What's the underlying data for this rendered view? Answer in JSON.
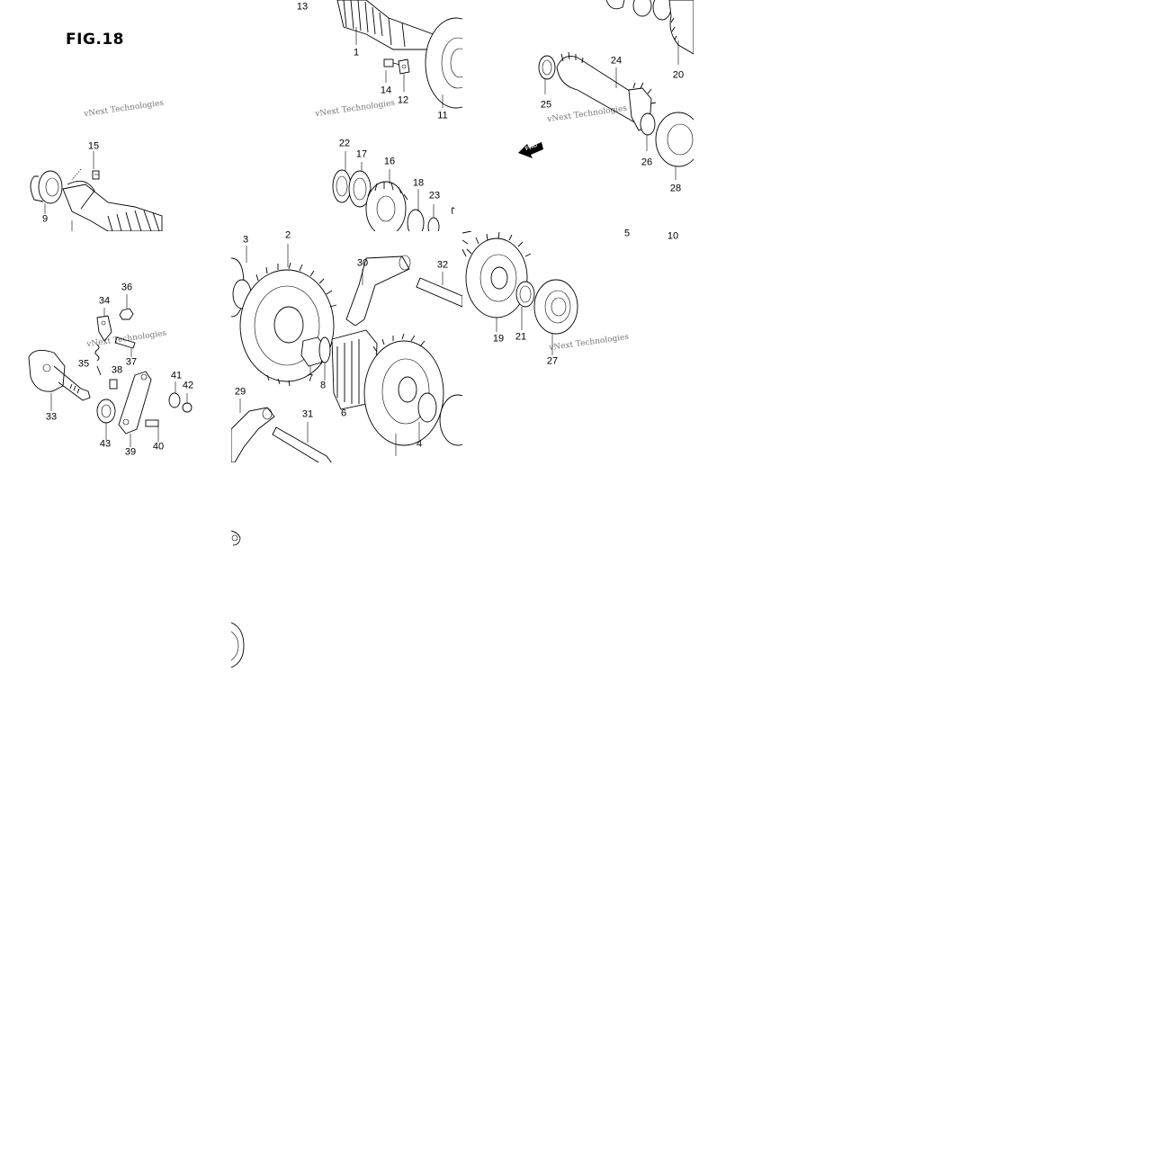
{
  "figure": {
    "title": "FIG.18",
    "watermark_text": "vNext Technologies",
    "fwd_label": "FWD"
  },
  "callouts": [
    "13",
    "1",
    "14",
    "12",
    "11",
    "24",
    "20",
    "25",
    "26",
    "28",
    "15",
    "9",
    "22",
    "17",
    "16",
    "18",
    "23",
    "5",
    "10",
    "3",
    "2",
    "30",
    "32",
    "19",
    "21",
    "27",
    "34",
    "36",
    "37",
    "35",
    "38",
    "41",
    "42",
    "33",
    "43",
    "39",
    "40",
    "29",
    "31",
    "7",
    "8",
    "6",
    "4"
  ]
}
